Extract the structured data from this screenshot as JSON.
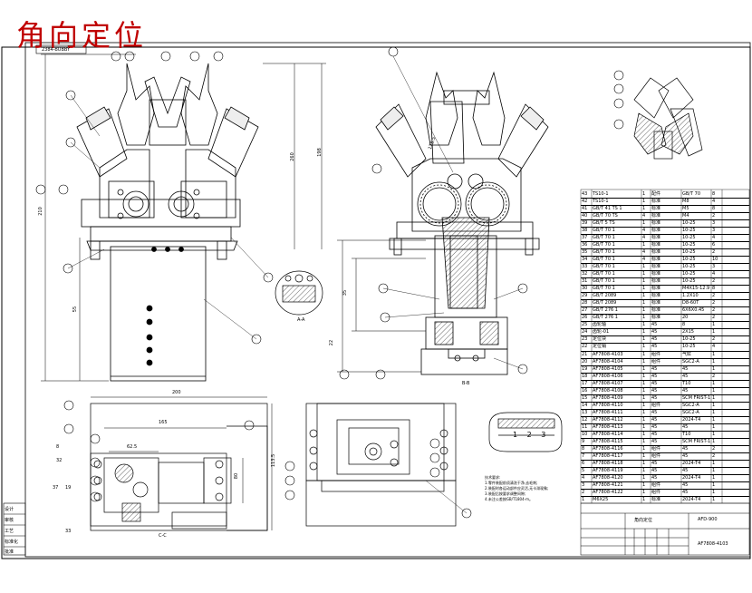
{
  "title": "角向定位",
  "code_tag": "2384-BUBBY",
  "right_title_block": {
    "name": "角向定位",
    "drawing_no": "AFD-900",
    "subtitle": "AF7808-4103"
  },
  "notes": [
    "技术要求:",
    "1.零件装配前须清洗干净,去毛刺;",
    "2.装配时各运动部件应灵活,无卡滞现象;",
    "3.装配后按要求调整间隙;",
    "4.未注公差按GB/T1804-m。"
  ],
  "part_numbers": [
    "1",
    "2",
    "3",
    "4",
    "5",
    "6",
    "7",
    "8",
    "9",
    "10",
    "11",
    "12",
    "13",
    "14",
    "15",
    "16",
    "17",
    "18",
    "19",
    "20",
    "21",
    "22",
    "23",
    "24",
    "25",
    "26",
    "27",
    "28",
    "29",
    "30",
    "31",
    "32",
    "33",
    "34",
    "35",
    "36",
    "37",
    "38",
    "39",
    "40",
    "41",
    "42",
    "43"
  ],
  "bom_rows": [
    [
      "43",
      "TS10-1",
      "1",
      "配件",
      "GB/T 70",
      "8"
    ],
    [
      "42",
      "TS10-1",
      "1",
      "标准",
      "M8",
      "4"
    ],
    [
      "41",
      "GB/T 41 TS 1",
      "1",
      "标准",
      "M5",
      "8"
    ],
    [
      "40",
      "GB/T 70 TS",
      "4",
      "标准",
      "M4",
      "2"
    ],
    [
      "39",
      "GB/T 5 TS",
      "1",
      "标准",
      "10-25",
      "3"
    ],
    [
      "38",
      "GB/T 70 1",
      "4",
      "标准",
      "10-25",
      "3"
    ],
    [
      "37",
      "GB/T 70 1",
      "4",
      "标准",
      "10-25",
      "4"
    ],
    [
      "36",
      "GB/T 70 1",
      "1",
      "标准",
      "10-25",
      "6"
    ],
    [
      "35",
      "GB/T 70 1",
      "4",
      "标准",
      "10-25",
      "2"
    ],
    [
      "34",
      "GB/T 70 1",
      "4",
      "标准",
      "10-25",
      "10"
    ],
    [
      "33",
      "GB/T 70 1",
      "1",
      "标准",
      "10-25",
      "3"
    ],
    [
      "32",
      "GB/T 70 1",
      "1",
      "标准",
      "10-25",
      "4"
    ],
    [
      "31",
      "GB/T 70 1",
      "1",
      "标准",
      "10-25",
      "2"
    ],
    [
      "30",
      "GB/T 70 1",
      "1",
      "标准",
      "M4X15-12.9",
      "8"
    ],
    [
      "29",
      "GB/T 2089",
      "1",
      "标准",
      "1.2X10",
      "2"
    ],
    [
      "28",
      "GB/T 2089",
      "1",
      "标准",
      "D8-60T",
      "2"
    ],
    [
      "27",
      "GB/T 276 1",
      "1",
      "标准",
      "6X6X0.45",
      "2"
    ],
    [
      "26",
      "GB/T 276 1",
      "1",
      "标准",
      "20",
      "2"
    ],
    [
      "25",
      "齿轮轴",
      "1",
      "45",
      "8",
      "1"
    ],
    [
      "24",
      "齿轮-01",
      "1",
      "45",
      "2X15",
      "1"
    ],
    [
      "23",
      "定位块",
      "1",
      "45",
      "10-25",
      "2"
    ],
    [
      "22",
      "定位销",
      "1",
      "45",
      "10-25",
      "4"
    ],
    [
      "21",
      "AF7808-4103",
      "1",
      "组件",
      "气缸",
      "1"
    ],
    [
      "20",
      "AF7808-4104",
      "1",
      "组件",
      "SGC2-A",
      "1"
    ],
    [
      "19",
      "AF7808-4105",
      "1",
      "45",
      "45",
      "1"
    ],
    [
      "18",
      "AF7808-4106",
      "1",
      "45",
      "45",
      "2"
    ],
    [
      "17",
      "AF7808-4107",
      "1",
      "45",
      "T10",
      "1"
    ],
    [
      "16",
      "AF7808-4108",
      "1",
      "45",
      "45",
      "1"
    ],
    [
      "15",
      "AF7808-4109",
      "1",
      "45",
      "SCM FRIST-1",
      "1"
    ],
    [
      "14",
      "AF7808-4110",
      "1",
      "组件",
      "SGC2-A",
      "1"
    ],
    [
      "13",
      "AF7808-4111",
      "1",
      "45",
      "SGC2-A",
      "1"
    ],
    [
      "12",
      "AF7808-4112",
      "1",
      "45",
      "2024-T4",
      "1"
    ],
    [
      "11",
      "AF7808-4113",
      "1",
      "45",
      "45",
      "1"
    ],
    [
      "10",
      "AF7808-4114",
      "1",
      "45",
      "T10",
      "1"
    ],
    [
      "9",
      "AF7808-4115",
      "1",
      "45",
      "SCM FRIST-1",
      "1"
    ],
    [
      "8",
      "AF7808-4116",
      "1",
      "组件",
      "45",
      "2"
    ],
    [
      "7",
      "AF7808-4117",
      "1",
      "组件",
      "45",
      "2"
    ],
    [
      "6",
      "AF7808-4118",
      "1",
      "45",
      "2024-T4",
      "1"
    ],
    [
      "5",
      "AF7808-4119",
      "1",
      "45",
      "45",
      "1"
    ],
    [
      "4",
      "AF7808-4120",
      "1",
      "45",
      "2024-T4",
      "1"
    ],
    [
      "3",
      "AF7808-4121",
      "1",
      "组件",
      "45",
      "1"
    ],
    [
      "2",
      "AF7808-4122",
      "1",
      "组件",
      "45",
      "1"
    ],
    [
      "1",
      "M6X25",
      "1",
      "标准",
      "2024-T4",
      "1"
    ]
  ],
  "dims": {
    "d1": "210",
    "d2": "260",
    "d3": "198",
    "d4": "200",
    "d5": "165",
    "d6": "62.5",
    "d7": "80",
    "d8": "113.5",
    "d9": "22",
    "d10": "35",
    "d11": "125.5",
    "d12": "55"
  },
  "view_labels": [
    "A-A",
    "B-B",
    "C-C"
  ],
  "callouts": [
    "1",
    "2",
    "3",
    "32",
    "37",
    "19",
    "33",
    "8"
  ],
  "side_labels": [
    "设计",
    "审核",
    "工艺",
    "标准化",
    "批准"
  ],
  "seal_text": "1 2 3"
}
